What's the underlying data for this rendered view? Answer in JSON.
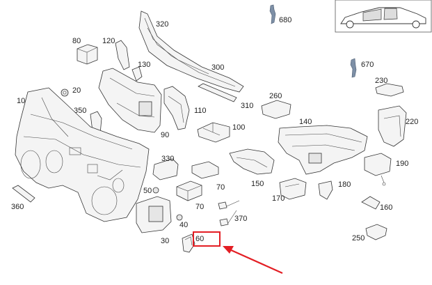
{
  "colors": {
    "highlight": "#e31e24",
    "line": "#333333",
    "part_fill": "#f4f4f4",
    "clip": "#7d8fa6"
  },
  "labels": {
    "p10": "10",
    "p20": "20",
    "p30": "30",
    "p40": "40",
    "p50": "50",
    "p60": "60",
    "p70a": "70",
    "p70b": "70",
    "p80": "80",
    "p90": "90",
    "p100": "100",
    "p110": "110",
    "p120": "120",
    "p130": "130",
    "p140": "140",
    "p150": "150",
    "p160": "160",
    "p170": "170",
    "p180": "180",
    "p190": "190",
    "p220": "220",
    "p230": "230",
    "p250": "250",
    "p260": "260",
    "p300": "300",
    "p310": "310",
    "p320": "320",
    "p330": "330",
    "p350": "350",
    "p360": "360",
    "p370": "370",
    "p670": "670",
    "p680": "680"
  },
  "highlighted_part": "60"
}
